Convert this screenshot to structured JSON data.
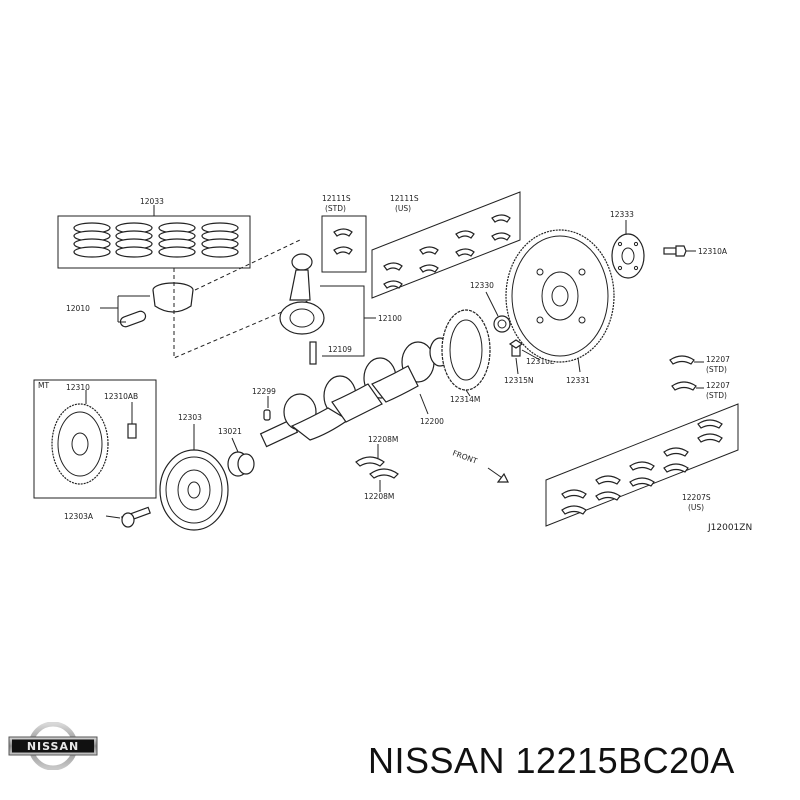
{
  "brand": {
    "logo_text": "NISSAN"
  },
  "title": "NISSAN 12215BC20A",
  "diagram": {
    "code": "J12001ZN",
    "direction_label": "FRONT",
    "labels": {
      "piston_rings": "12033",
      "piston": "12010",
      "conrod_bearing_std_num": "12111S",
      "conrod_bearing_std_tag": "(STD)",
      "conrod_bearing_us_num": "12111S",
      "conrod_bearing_us_tag": "(US)",
      "conrod": "12100",
      "conrod_bolt": "12109",
      "bearing_12330": "12330",
      "plate_12314m": "12314M",
      "bolt_12315n": "12315N",
      "bolt_12310e": "12310E",
      "flywheel_12331": "12331",
      "plate_12333": "12333",
      "bolt_12310a": "12310A",
      "mt_tag": "MT",
      "flywheel_12310": "12310",
      "bolt_12310a_mt": "12310AB",
      "pulley": "12303",
      "pulley_bolt": "12303A",
      "key": "12299",
      "pilot_bearing": "13021",
      "crankshaft": "12200",
      "thrust_upper": "12208M",
      "thrust_lower": "12208M",
      "main_bearing_a_num": "12207",
      "main_bearing_a_tag": "(STD)",
      "main_bearing_b_num": "12207",
      "main_bearing_b_tag": "(STD)",
      "main_bearing_us_num": "12207S",
      "main_bearing_us_tag": "(US)"
    }
  }
}
